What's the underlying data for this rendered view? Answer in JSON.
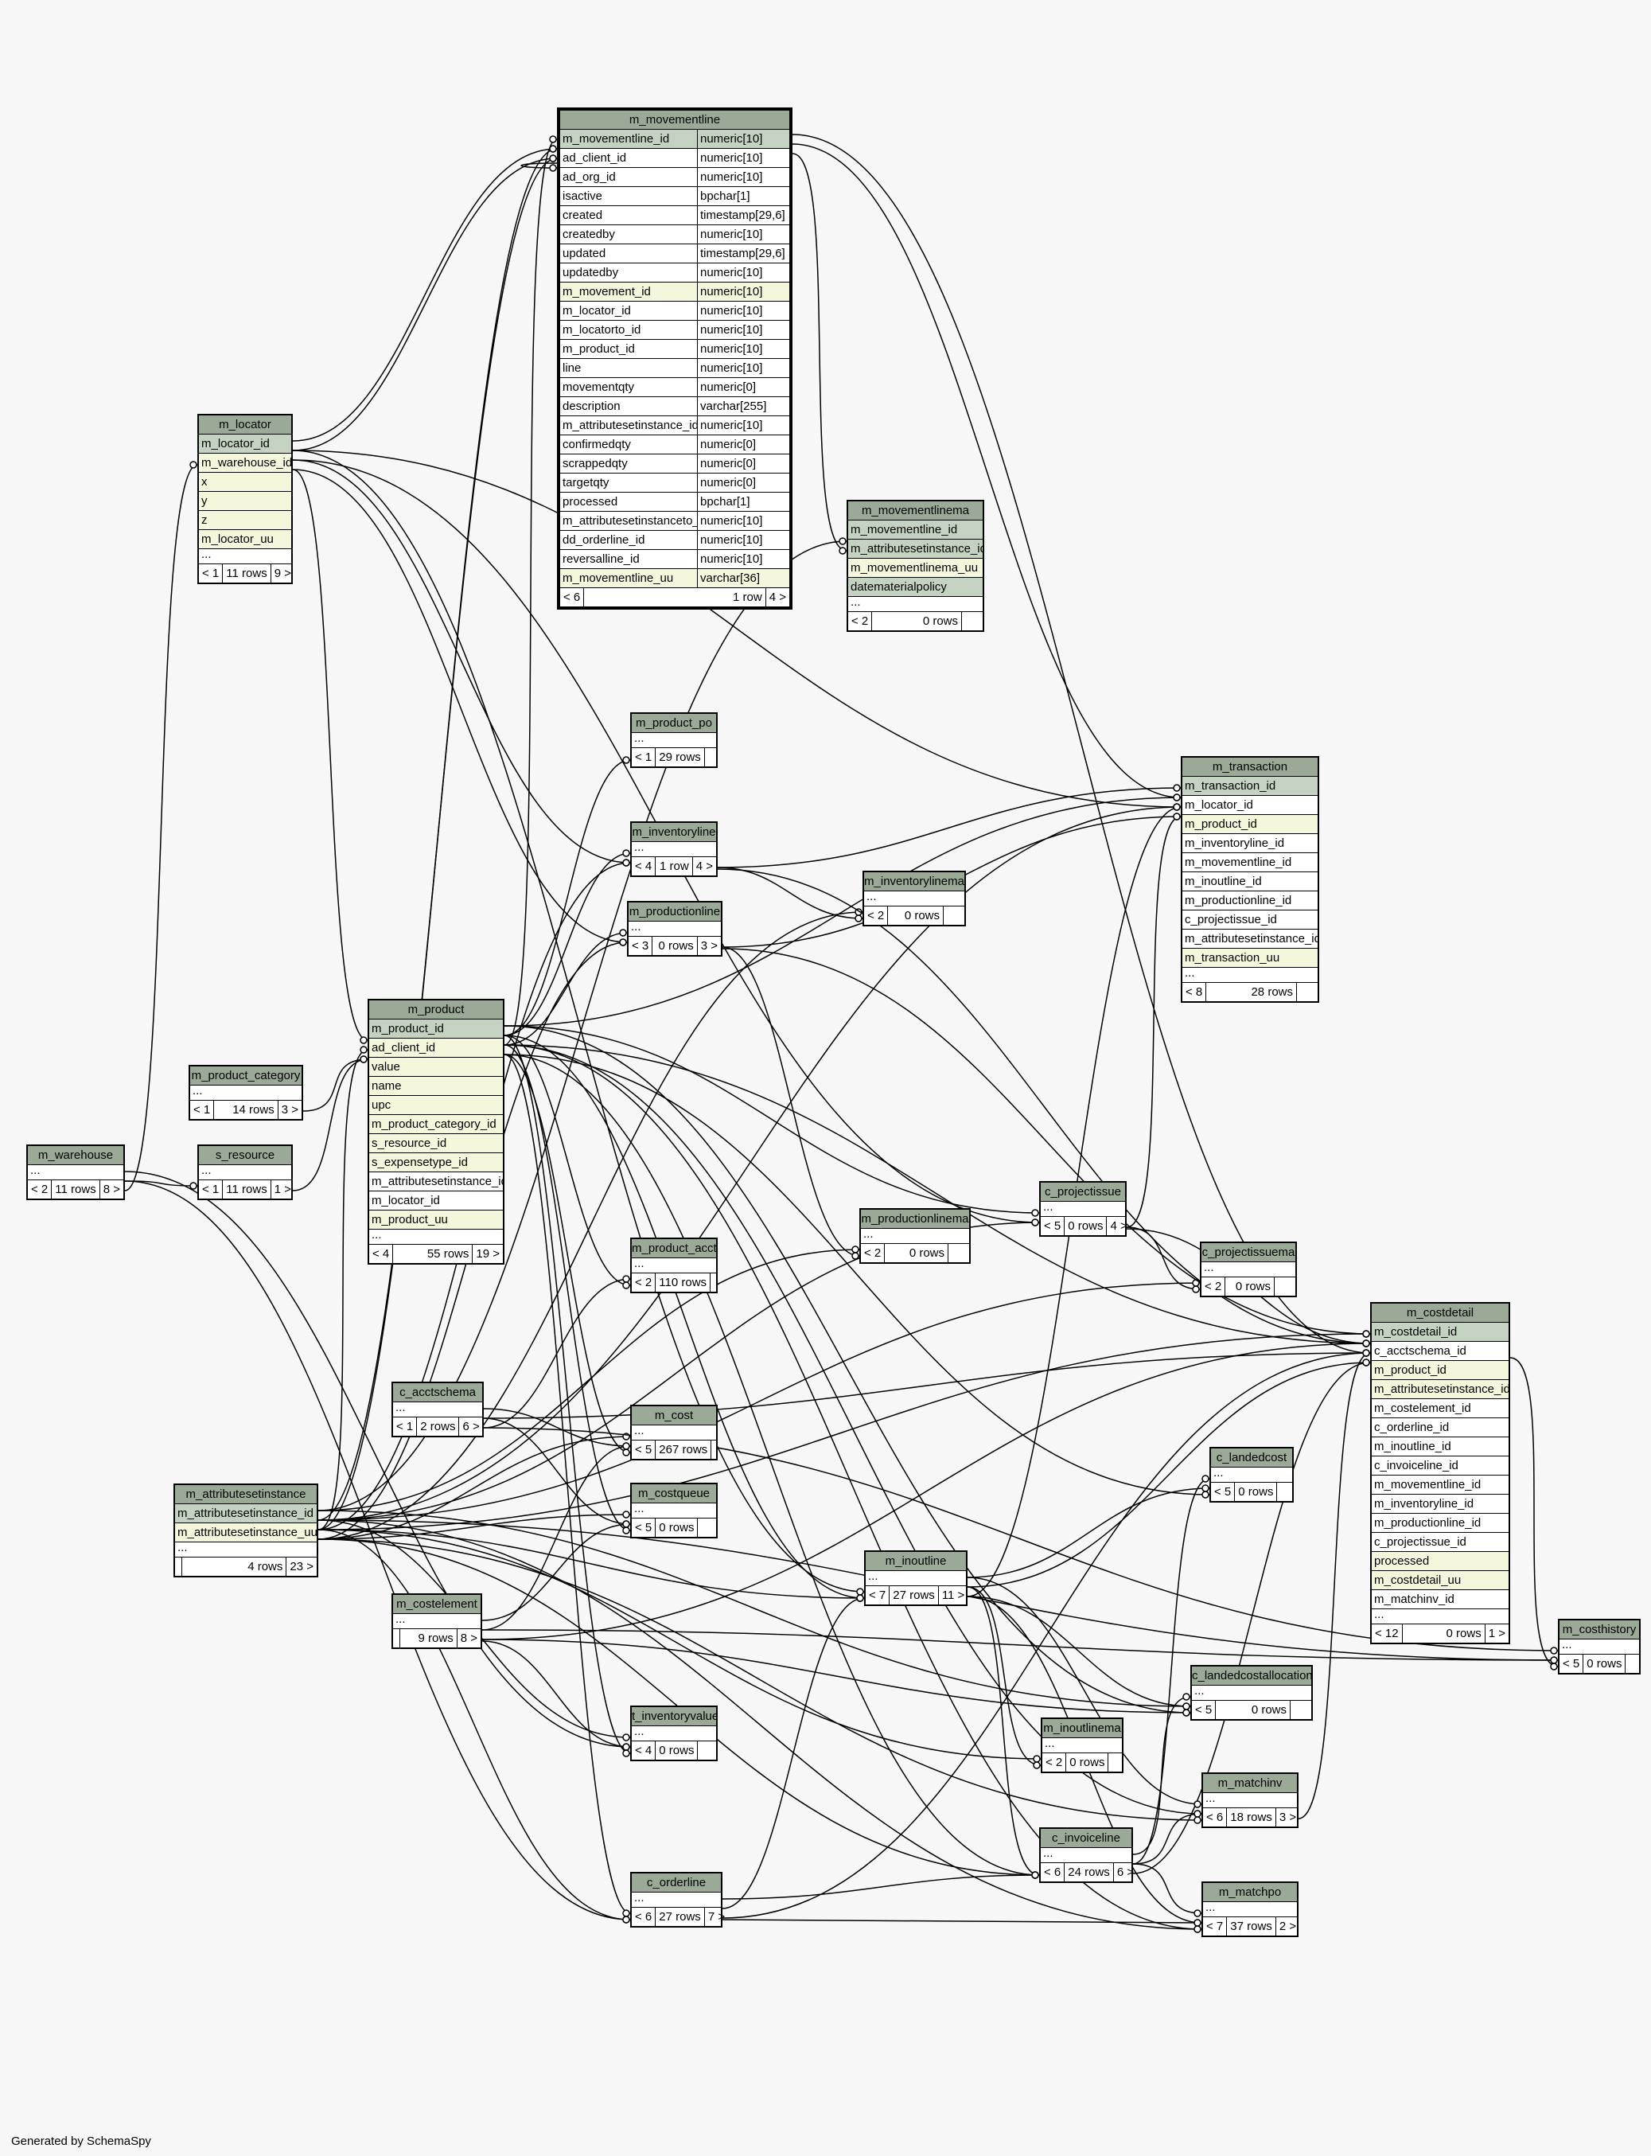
{
  "generated_by": "Generated by SchemaSpy",
  "tables": [
    {
      "id": "m_movementline",
      "name": "m_movementline",
      "focus": true,
      "typed": true,
      "columns": [
        {
          "name": "m_movementline_id",
          "type": "numeric[10]",
          "style": "pk"
        },
        {
          "name": "ad_client_id",
          "type": "numeric[10]"
        },
        {
          "name": "ad_org_id",
          "type": "numeric[10]"
        },
        {
          "name": "isactive",
          "type": "bpchar[1]"
        },
        {
          "name": "created",
          "type": "timestamp[29,6]"
        },
        {
          "name": "createdby",
          "type": "numeric[10]"
        },
        {
          "name": "updated",
          "type": "timestamp[29,6]"
        },
        {
          "name": "updatedby",
          "type": "numeric[10]"
        },
        {
          "name": "m_movement_id",
          "type": "numeric[10]",
          "style": "idx"
        },
        {
          "name": "m_locator_id",
          "type": "numeric[10]"
        },
        {
          "name": "m_locatorto_id",
          "type": "numeric[10]"
        },
        {
          "name": "m_product_id",
          "type": "numeric[10]"
        },
        {
          "name": "line",
          "type": "numeric[10]"
        },
        {
          "name": "movementqty",
          "type": "numeric[0]"
        },
        {
          "name": "description",
          "type": "varchar[255]"
        },
        {
          "name": "m_attributesetinstance_id",
          "type": "numeric[10]"
        },
        {
          "name": "confirmedqty",
          "type": "numeric[0]"
        },
        {
          "name": "scrappedqty",
          "type": "numeric[0]"
        },
        {
          "name": "targetqty",
          "type": "numeric[0]"
        },
        {
          "name": "processed",
          "type": "bpchar[1]"
        },
        {
          "name": "m_attributesetinstanceto_id",
          "type": "numeric[10]"
        },
        {
          "name": "dd_orderline_id",
          "type": "numeric[10]"
        },
        {
          "name": "reversalline_id",
          "type": "numeric[10]"
        },
        {
          "name": "m_movementline_uu",
          "type": "varchar[36]",
          "style": "idx"
        }
      ],
      "footer": [
        "< 6",
        "1 row",
        "4 >"
      ]
    },
    {
      "id": "m_locator",
      "name": "m_locator",
      "columns": [
        {
          "name": "m_locator_id",
          "style": "pk"
        },
        {
          "name": "m_warehouse_id",
          "style": "idx"
        },
        {
          "name": "x",
          "style": "idx"
        },
        {
          "name": "y",
          "style": "idx"
        },
        {
          "name": "z",
          "style": "idx"
        },
        {
          "name": "m_locator_uu",
          "style": "idx"
        },
        {
          "name": "...",
          "style": "ell"
        }
      ],
      "footer": [
        "< 1",
        "11 rows",
        "9 >"
      ]
    },
    {
      "id": "m_movementlinema",
      "name": "m_movementlinema",
      "columns": [
        {
          "name": "m_movementline_id",
          "style": "pk"
        },
        {
          "name": "m_attributesetinstance_id",
          "style": "pk"
        },
        {
          "name": "m_movementlinema_uu",
          "style": "idx"
        },
        {
          "name": "datematerialpolicy",
          "style": "pk"
        },
        {
          "name": "...",
          "style": "ell"
        }
      ],
      "footer": [
        "< 2",
        "0 rows",
        ""
      ]
    },
    {
      "id": "m_product_po",
      "name": "m_product_po",
      "columns": [
        {
          "name": "...",
          "style": "ell"
        }
      ],
      "footer": [
        "< 1",
        "29 rows",
        ""
      ]
    },
    {
      "id": "m_transaction",
      "name": "m_transaction",
      "columns": [
        {
          "name": "m_transaction_id",
          "style": "pk"
        },
        {
          "name": "m_locator_id"
        },
        {
          "name": "m_product_id",
          "style": "idx"
        },
        {
          "name": "m_inventoryline_id"
        },
        {
          "name": "m_movementline_id"
        },
        {
          "name": "m_inoutline_id"
        },
        {
          "name": "m_productionline_id"
        },
        {
          "name": "c_projectissue_id"
        },
        {
          "name": "m_attributesetinstance_id"
        },
        {
          "name": "m_transaction_uu",
          "style": "idx"
        },
        {
          "name": "...",
          "style": "ell"
        }
      ],
      "footer": [
        "< 8",
        "28 rows",
        ""
      ]
    },
    {
      "id": "m_inventoryline",
      "name": "m_inventoryline",
      "columns": [
        {
          "name": "...",
          "style": "ell"
        }
      ],
      "footer": [
        "< 4",
        "1 row",
        "4 >"
      ]
    },
    {
      "id": "m_inventorylinema",
      "name": "m_inventorylinema",
      "columns": [
        {
          "name": "...",
          "style": "ell"
        }
      ],
      "footer": [
        "< 2",
        "0 rows",
        ""
      ]
    },
    {
      "id": "m_productionline",
      "name": "m_productionline",
      "columns": [
        {
          "name": "...",
          "style": "ell"
        }
      ],
      "footer": [
        "< 3",
        "0 rows",
        "3 >"
      ]
    },
    {
      "id": "m_product",
      "name": "m_product",
      "columns": [
        {
          "name": "m_product_id",
          "style": "pk"
        },
        {
          "name": "ad_client_id",
          "style": "idx"
        },
        {
          "name": "value",
          "style": "idx"
        },
        {
          "name": "name",
          "style": "idx"
        },
        {
          "name": "upc",
          "style": "idx"
        },
        {
          "name": "m_product_category_id",
          "style": "idx"
        },
        {
          "name": "s_resource_id",
          "style": "idx"
        },
        {
          "name": "s_expensetype_id",
          "style": "idx"
        },
        {
          "name": "m_attributesetinstance_id"
        },
        {
          "name": "m_locator_id"
        },
        {
          "name": "m_product_uu",
          "style": "idx"
        },
        {
          "name": "...",
          "style": "ell"
        }
      ],
      "footer": [
        "< 4",
        "55 rows",
        "19 >"
      ]
    },
    {
      "id": "m_product_category",
      "name": "m_product_category",
      "columns": [
        {
          "name": "...",
          "style": "ell"
        }
      ],
      "footer": [
        "< 1",
        "14 rows",
        "3 >"
      ]
    },
    {
      "id": "m_warehouse",
      "name": "m_warehouse",
      "columns": [
        {
          "name": "...",
          "style": "ell"
        }
      ],
      "footer": [
        "< 2",
        "11 rows",
        "8 >"
      ]
    },
    {
      "id": "s_resource",
      "name": "s_resource",
      "columns": [
        {
          "name": "...",
          "style": "ell"
        }
      ],
      "footer": [
        "< 1",
        "11 rows",
        "1 >"
      ]
    },
    {
      "id": "c_projectissue",
      "name": "c_projectissue",
      "columns": [
        {
          "name": "...",
          "style": "ell"
        }
      ],
      "footer": [
        "< 5",
        "0 rows",
        "4 >"
      ]
    },
    {
      "id": "m_productionlinema",
      "name": "m_productionlinema",
      "columns": [
        {
          "name": "...",
          "style": "ell"
        }
      ],
      "footer": [
        "< 2",
        "0 rows",
        ""
      ]
    },
    {
      "id": "c_projectissuema",
      "name": "c_projectissuema",
      "columns": [
        {
          "name": "...",
          "style": "ell"
        }
      ],
      "footer": [
        "< 2",
        "0 rows",
        ""
      ]
    },
    {
      "id": "m_product_acct",
      "name": "m_product_acct",
      "columns": [
        {
          "name": "...",
          "style": "ell"
        }
      ],
      "footer": [
        "< 2",
        "110 rows",
        ""
      ]
    },
    {
      "id": "m_costdetail",
      "name": "m_costdetail",
      "columns": [
        {
          "name": "m_costdetail_id",
          "style": "pk"
        },
        {
          "name": "c_acctschema_id"
        },
        {
          "name": "m_product_id",
          "style": "idx"
        },
        {
          "name": "m_attributesetinstance_id",
          "style": "idx"
        },
        {
          "name": "m_costelement_id"
        },
        {
          "name": "c_orderline_id"
        },
        {
          "name": "m_inoutline_id"
        },
        {
          "name": "c_invoiceline_id"
        },
        {
          "name": "m_movementline_id"
        },
        {
          "name": "m_inventoryline_id"
        },
        {
          "name": "m_productionline_id"
        },
        {
          "name": "c_projectissue_id"
        },
        {
          "name": "processed",
          "style": "idx"
        },
        {
          "name": "m_costdetail_uu",
          "style": "idx"
        },
        {
          "name": "m_matchinv_id"
        },
        {
          "name": "...",
          "style": "ell"
        }
      ],
      "footer": [
        "< 12",
        "0 rows",
        "1 >"
      ]
    },
    {
      "id": "c_acctschema",
      "name": "c_acctschema",
      "columns": [
        {
          "name": "...",
          "style": "ell"
        }
      ],
      "footer": [
        "< 1",
        "2 rows",
        "6 >"
      ]
    },
    {
      "id": "m_cost",
      "name": "m_cost",
      "columns": [
        {
          "name": "...",
          "style": "ell"
        }
      ],
      "footer": [
        "< 5",
        "267 rows",
        ""
      ]
    },
    {
      "id": "c_landedcost",
      "name": "c_landedcost",
      "columns": [
        {
          "name": "...",
          "style": "ell"
        }
      ],
      "footer": [
        "< 5",
        "0 rows",
        ""
      ]
    },
    {
      "id": "m_attributesetinstance",
      "name": "m_attributesetinstance",
      "columns": [
        {
          "name": "m_attributesetinstance_id",
          "style": "pk"
        },
        {
          "name": "m_attributesetinstance_uu",
          "style": "idx"
        },
        {
          "name": "...",
          "style": "ell"
        }
      ],
      "footer": [
        "",
        "4 rows",
        "23 >"
      ]
    },
    {
      "id": "m_costqueue",
      "name": "m_costqueue",
      "columns": [
        {
          "name": "...",
          "style": "ell"
        }
      ],
      "footer": [
        "< 5",
        "0 rows",
        ""
      ]
    },
    {
      "id": "m_inoutline",
      "name": "m_inoutline",
      "columns": [
        {
          "name": "...",
          "style": "ell"
        }
      ],
      "footer": [
        "< 7",
        "27 rows",
        "11 >"
      ]
    },
    {
      "id": "m_costelement",
      "name": "m_costelement",
      "columns": [
        {
          "name": "...",
          "style": "ell"
        }
      ],
      "footer": [
        "",
        "9 rows",
        "8 >"
      ]
    },
    {
      "id": "m_costhistory",
      "name": "m_costhistory",
      "columns": [
        {
          "name": "...",
          "style": "ell"
        }
      ],
      "footer": [
        "< 5",
        "0 rows",
        ""
      ]
    },
    {
      "id": "c_landedcostallocation",
      "name": "c_landedcostallocation",
      "columns": [
        {
          "name": "...",
          "style": "ell"
        }
      ],
      "footer": [
        "< 5",
        "0 rows",
        ""
      ]
    },
    {
      "id": "t_inventoryvalue",
      "name": "t_inventoryvalue",
      "columns": [
        {
          "name": "...",
          "style": "ell"
        }
      ],
      "footer": [
        "< 4",
        "0 rows",
        ""
      ]
    },
    {
      "id": "m_inoutlinema",
      "name": "m_inoutlinema",
      "columns": [
        {
          "name": "...",
          "style": "ell"
        }
      ],
      "footer": [
        "< 2",
        "0 rows",
        ""
      ]
    },
    {
      "id": "m_matchinv",
      "name": "m_matchinv",
      "columns": [
        {
          "name": "...",
          "style": "ell"
        }
      ],
      "footer": [
        "< 6",
        "18 rows",
        "3 >"
      ]
    },
    {
      "id": "c_invoiceline",
      "name": "c_invoiceline",
      "columns": [
        {
          "name": "...",
          "style": "ell"
        }
      ],
      "footer": [
        "< 6",
        "24 rows",
        "6 >"
      ]
    },
    {
      "id": "c_orderline",
      "name": "c_orderline",
      "columns": [
        {
          "name": "...",
          "style": "ell"
        }
      ],
      "footer": [
        "< 6",
        "27 rows",
        "7 >"
      ]
    },
    {
      "id": "m_matchpo",
      "name": "m_matchpo",
      "columns": [
        {
          "name": "...",
          "style": "ell"
        }
      ],
      "footer": [
        "< 7",
        "37 rows",
        "2 >"
      ]
    }
  ],
  "relationships": [
    [
      "m_locator",
      "m_warehouse"
    ],
    [
      "m_movementline",
      "m_locator"
    ],
    [
      "m_movementline",
      "m_locator"
    ],
    [
      "m_movementline",
      "m_product"
    ],
    [
      "m_movementline",
      "m_attributesetinstance"
    ],
    [
      "m_movementline",
      "m_attributesetinstance"
    ],
    [
      "m_movementline",
      "m_movementline"
    ],
    [
      "m_movementlinema",
      "m_movementline"
    ],
    [
      "m_movementlinema",
      "m_attributesetinstance"
    ],
    [
      "m_product_po",
      "m_product"
    ],
    [
      "m_transaction",
      "m_locator"
    ],
    [
      "m_transaction",
      "m_product"
    ],
    [
      "m_transaction",
      "m_inventoryline"
    ],
    [
      "m_transaction",
      "m_movementline"
    ],
    [
      "m_transaction",
      "m_inoutline"
    ],
    [
      "m_transaction",
      "m_productionline"
    ],
    [
      "m_transaction",
      "c_projectissue"
    ],
    [
      "m_transaction",
      "m_attributesetinstance"
    ],
    [
      "m_inventoryline",
      "m_locator"
    ],
    [
      "m_inventoryline",
      "m_product"
    ],
    [
      "m_inventoryline",
      "m_attributesetinstance"
    ],
    [
      "m_inventorylinema",
      "m_inventoryline"
    ],
    [
      "m_inventorylinema",
      "m_attributesetinstance"
    ],
    [
      "m_productionline",
      "m_locator"
    ],
    [
      "m_productionline",
      "m_product"
    ],
    [
      "m_productionline",
      "m_attributesetinstance"
    ],
    [
      "m_product",
      "m_product_category"
    ],
    [
      "m_product",
      "s_resource"
    ],
    [
      "m_product",
      "m_attributesetinstance"
    ],
    [
      "m_product",
      "m_locator"
    ],
    [
      "s_resource",
      "m_warehouse"
    ],
    [
      "c_projectissue",
      "m_locator"
    ],
    [
      "c_projectissue",
      "m_product"
    ],
    [
      "c_projectissue",
      "m_attributesetinstance"
    ],
    [
      "m_productionlinema",
      "m_productionline"
    ],
    [
      "m_productionlinema",
      "m_attributesetinstance"
    ],
    [
      "c_projectissuema",
      "c_projectissue"
    ],
    [
      "c_projectissuema",
      "m_attributesetinstance"
    ],
    [
      "m_product_acct",
      "m_product"
    ],
    [
      "m_product_acct",
      "c_acctschema"
    ],
    [
      "m_costdetail",
      "c_acctschema"
    ],
    [
      "m_costdetail",
      "m_product"
    ],
    [
      "m_costdetail",
      "m_attributesetinstance"
    ],
    [
      "m_costdetail",
      "m_costelement"
    ],
    [
      "m_costdetail",
      "c_orderline"
    ],
    [
      "m_costdetail",
      "m_inoutline"
    ],
    [
      "m_costdetail",
      "c_invoiceline"
    ],
    [
      "m_costdetail",
      "m_movementline"
    ],
    [
      "m_costdetail",
      "m_inventoryline"
    ],
    [
      "m_costdetail",
      "m_productionline"
    ],
    [
      "m_costdetail",
      "c_projectissue"
    ],
    [
      "m_costdetail",
      "m_matchinv"
    ],
    [
      "m_cost",
      "m_product"
    ],
    [
      "m_cost",
      "c_acctschema"
    ],
    [
      "m_cost",
      "m_attributesetinstance"
    ],
    [
      "m_cost",
      "m_costelement"
    ],
    [
      "c_landedcost",
      "m_product"
    ],
    [
      "c_landedcost",
      "m_inoutline"
    ],
    [
      "c_landedcost",
      "c_invoiceline"
    ],
    [
      "m_costqueue",
      "m_product"
    ],
    [
      "m_costqueue",
      "c_acctschema"
    ],
    [
      "m_costqueue",
      "m_attributesetinstance"
    ],
    [
      "m_costqueue",
      "m_costelement"
    ],
    [
      "m_inoutline",
      "m_locator"
    ],
    [
      "m_inoutline",
      "m_product"
    ],
    [
      "m_inoutline",
      "m_attributesetinstance"
    ],
    [
      "m_inoutline",
      "c_orderline"
    ],
    [
      "m_costhistory",
      "m_costdetail"
    ],
    [
      "m_costhistory",
      "m_attributesetinstance"
    ],
    [
      "m_costhistory",
      "c_acctschema"
    ],
    [
      "m_costhistory",
      "m_costelement"
    ],
    [
      "c_landedcostallocation",
      "m_product"
    ],
    [
      "c_landedcostallocation",
      "m_inoutline"
    ],
    [
      "c_landedcostallocation",
      "c_invoiceline"
    ],
    [
      "c_landedcostallocation",
      "m_attributesetinstance"
    ],
    [
      "c_landedcostallocation",
      "m_costelement"
    ],
    [
      "t_inventoryvalue",
      "m_product"
    ],
    [
      "t_inventoryvalue",
      "m_warehouse"
    ],
    [
      "t_inventoryvalue",
      "m_attributesetinstance"
    ],
    [
      "t_inventoryvalue",
      "m_costelement"
    ],
    [
      "m_inoutlinema",
      "m_inoutline"
    ],
    [
      "m_inoutlinema",
      "m_attributesetinstance"
    ],
    [
      "m_matchinv",
      "m_product"
    ],
    [
      "m_matchinv",
      "m_inoutline"
    ],
    [
      "m_matchinv",
      "c_invoiceline"
    ],
    [
      "m_matchinv",
      "m_attributesetinstance"
    ],
    [
      "c_invoiceline",
      "m_product"
    ],
    [
      "c_invoiceline",
      "m_inoutline"
    ],
    [
      "c_invoiceline",
      "c_orderline"
    ],
    [
      "c_invoiceline",
      "m_attributesetinstance"
    ],
    [
      "c_orderline",
      "m_product"
    ],
    [
      "c_orderline",
      "m_warehouse"
    ],
    [
      "c_orderline",
      "m_attributesetinstance"
    ],
    [
      "m_matchpo",
      "m_product"
    ],
    [
      "m_matchpo",
      "m_inoutline"
    ],
    [
      "m_matchpo",
      "c_invoiceline"
    ],
    [
      "m_matchpo",
      "c_orderline"
    ],
    [
      "m_matchpo",
      "m_attributesetinstance"
    ]
  ]
}
